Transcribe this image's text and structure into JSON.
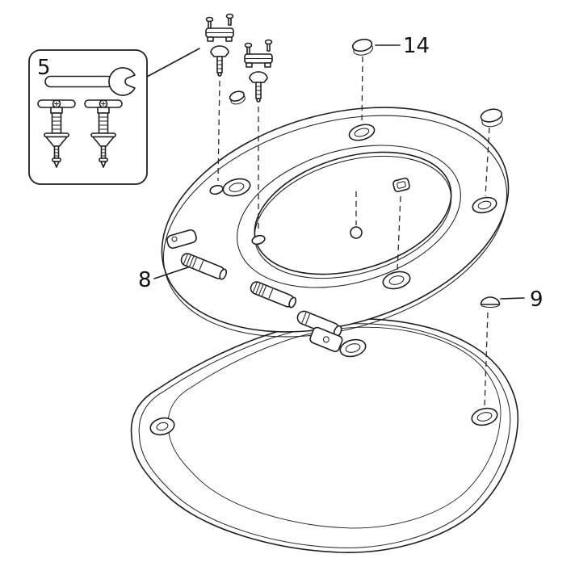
{
  "diagram": {
    "background_color": "#ffffff",
    "line_color": "#1f1f1f",
    "part_labels": {
      "fixing_kit": "5",
      "hinge_pin": "8",
      "lid_buffer": "9",
      "seat_buffer": "14"
    }
  }
}
